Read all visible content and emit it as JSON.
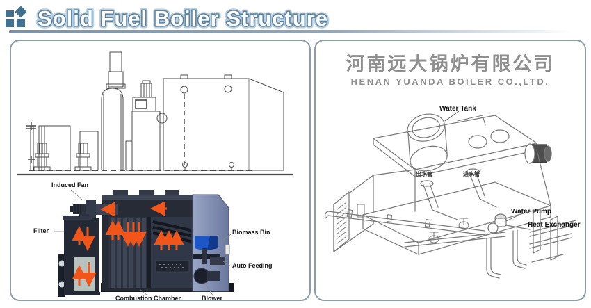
{
  "header": {
    "title": "Solid Fuel Boiler Structure",
    "logo_color": "#41718f",
    "title_outline_color": "#5b84a4",
    "rule_gradient_left": "#7d93a5"
  },
  "left_panel": {
    "cutaway_labels": {
      "induced_fan": "Induced Fan",
      "filter": "Filter",
      "biomass_bin": "Biomass Bin",
      "auto_feeding": "Auto Feeding",
      "combustion_chamber": "Combustion Chamber",
      "blower": "Blower"
    },
    "colors": {
      "body_dark": "#262b36",
      "arrow_orange": "#f2551a",
      "shell_blue": "#8796ba",
      "hopper_blue": "#1d56c5",
      "filter_panel": "#b8c2bf"
    }
  },
  "right_panel": {
    "company_cn": "河南远大锅炉有限公司",
    "company_en": "HENAN YUANDA BOILER CO.,LTD.",
    "labels": {
      "water_tank": "Water Tank",
      "outlet_pipe": "出水管",
      "inlet_pipe": "进水管",
      "water_pump": "Water Pump",
      "heat_exchanger": "Heat Exchanger"
    },
    "line_color": "#777777"
  }
}
